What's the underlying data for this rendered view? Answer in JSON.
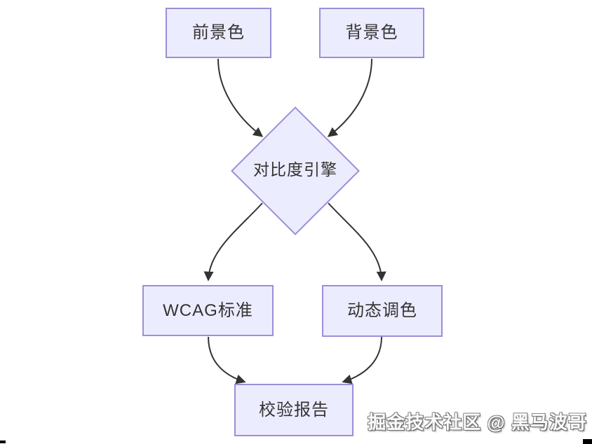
{
  "diagram": {
    "type": "flowchart",
    "nodes": [
      {
        "id": "foreground",
        "label": "前景色",
        "shape": "rect"
      },
      {
        "id": "background",
        "label": "背景色",
        "shape": "rect"
      },
      {
        "id": "engine",
        "label": "对比度引擎",
        "shape": "diamond"
      },
      {
        "id": "wcag",
        "label": "WCAG标准",
        "shape": "rect"
      },
      {
        "id": "dynamic",
        "label": "动态调色",
        "shape": "rect"
      },
      {
        "id": "report",
        "label": "校验报告",
        "shape": "rect"
      }
    ],
    "edges": [
      {
        "from": "前景色",
        "to": "对比度引擎"
      },
      {
        "from": "背景色",
        "to": "对比度引擎"
      },
      {
        "from": "对比度引擎",
        "to": "WCAG标准"
      },
      {
        "from": "对比度引擎",
        "to": "动态调色"
      },
      {
        "from": "WCAG标准",
        "to": "校验报告"
      },
      {
        "from": "动态调色",
        "to": "校验报告"
      }
    ],
    "colors": {
      "node_fill": "#ECECFF",
      "node_border": "#9a8fd6",
      "edge": "#333333",
      "text": "#333333",
      "background": "#ffffff"
    }
  },
  "watermark": {
    "text": "掘金技术社区 @ 黑马波哥"
  }
}
